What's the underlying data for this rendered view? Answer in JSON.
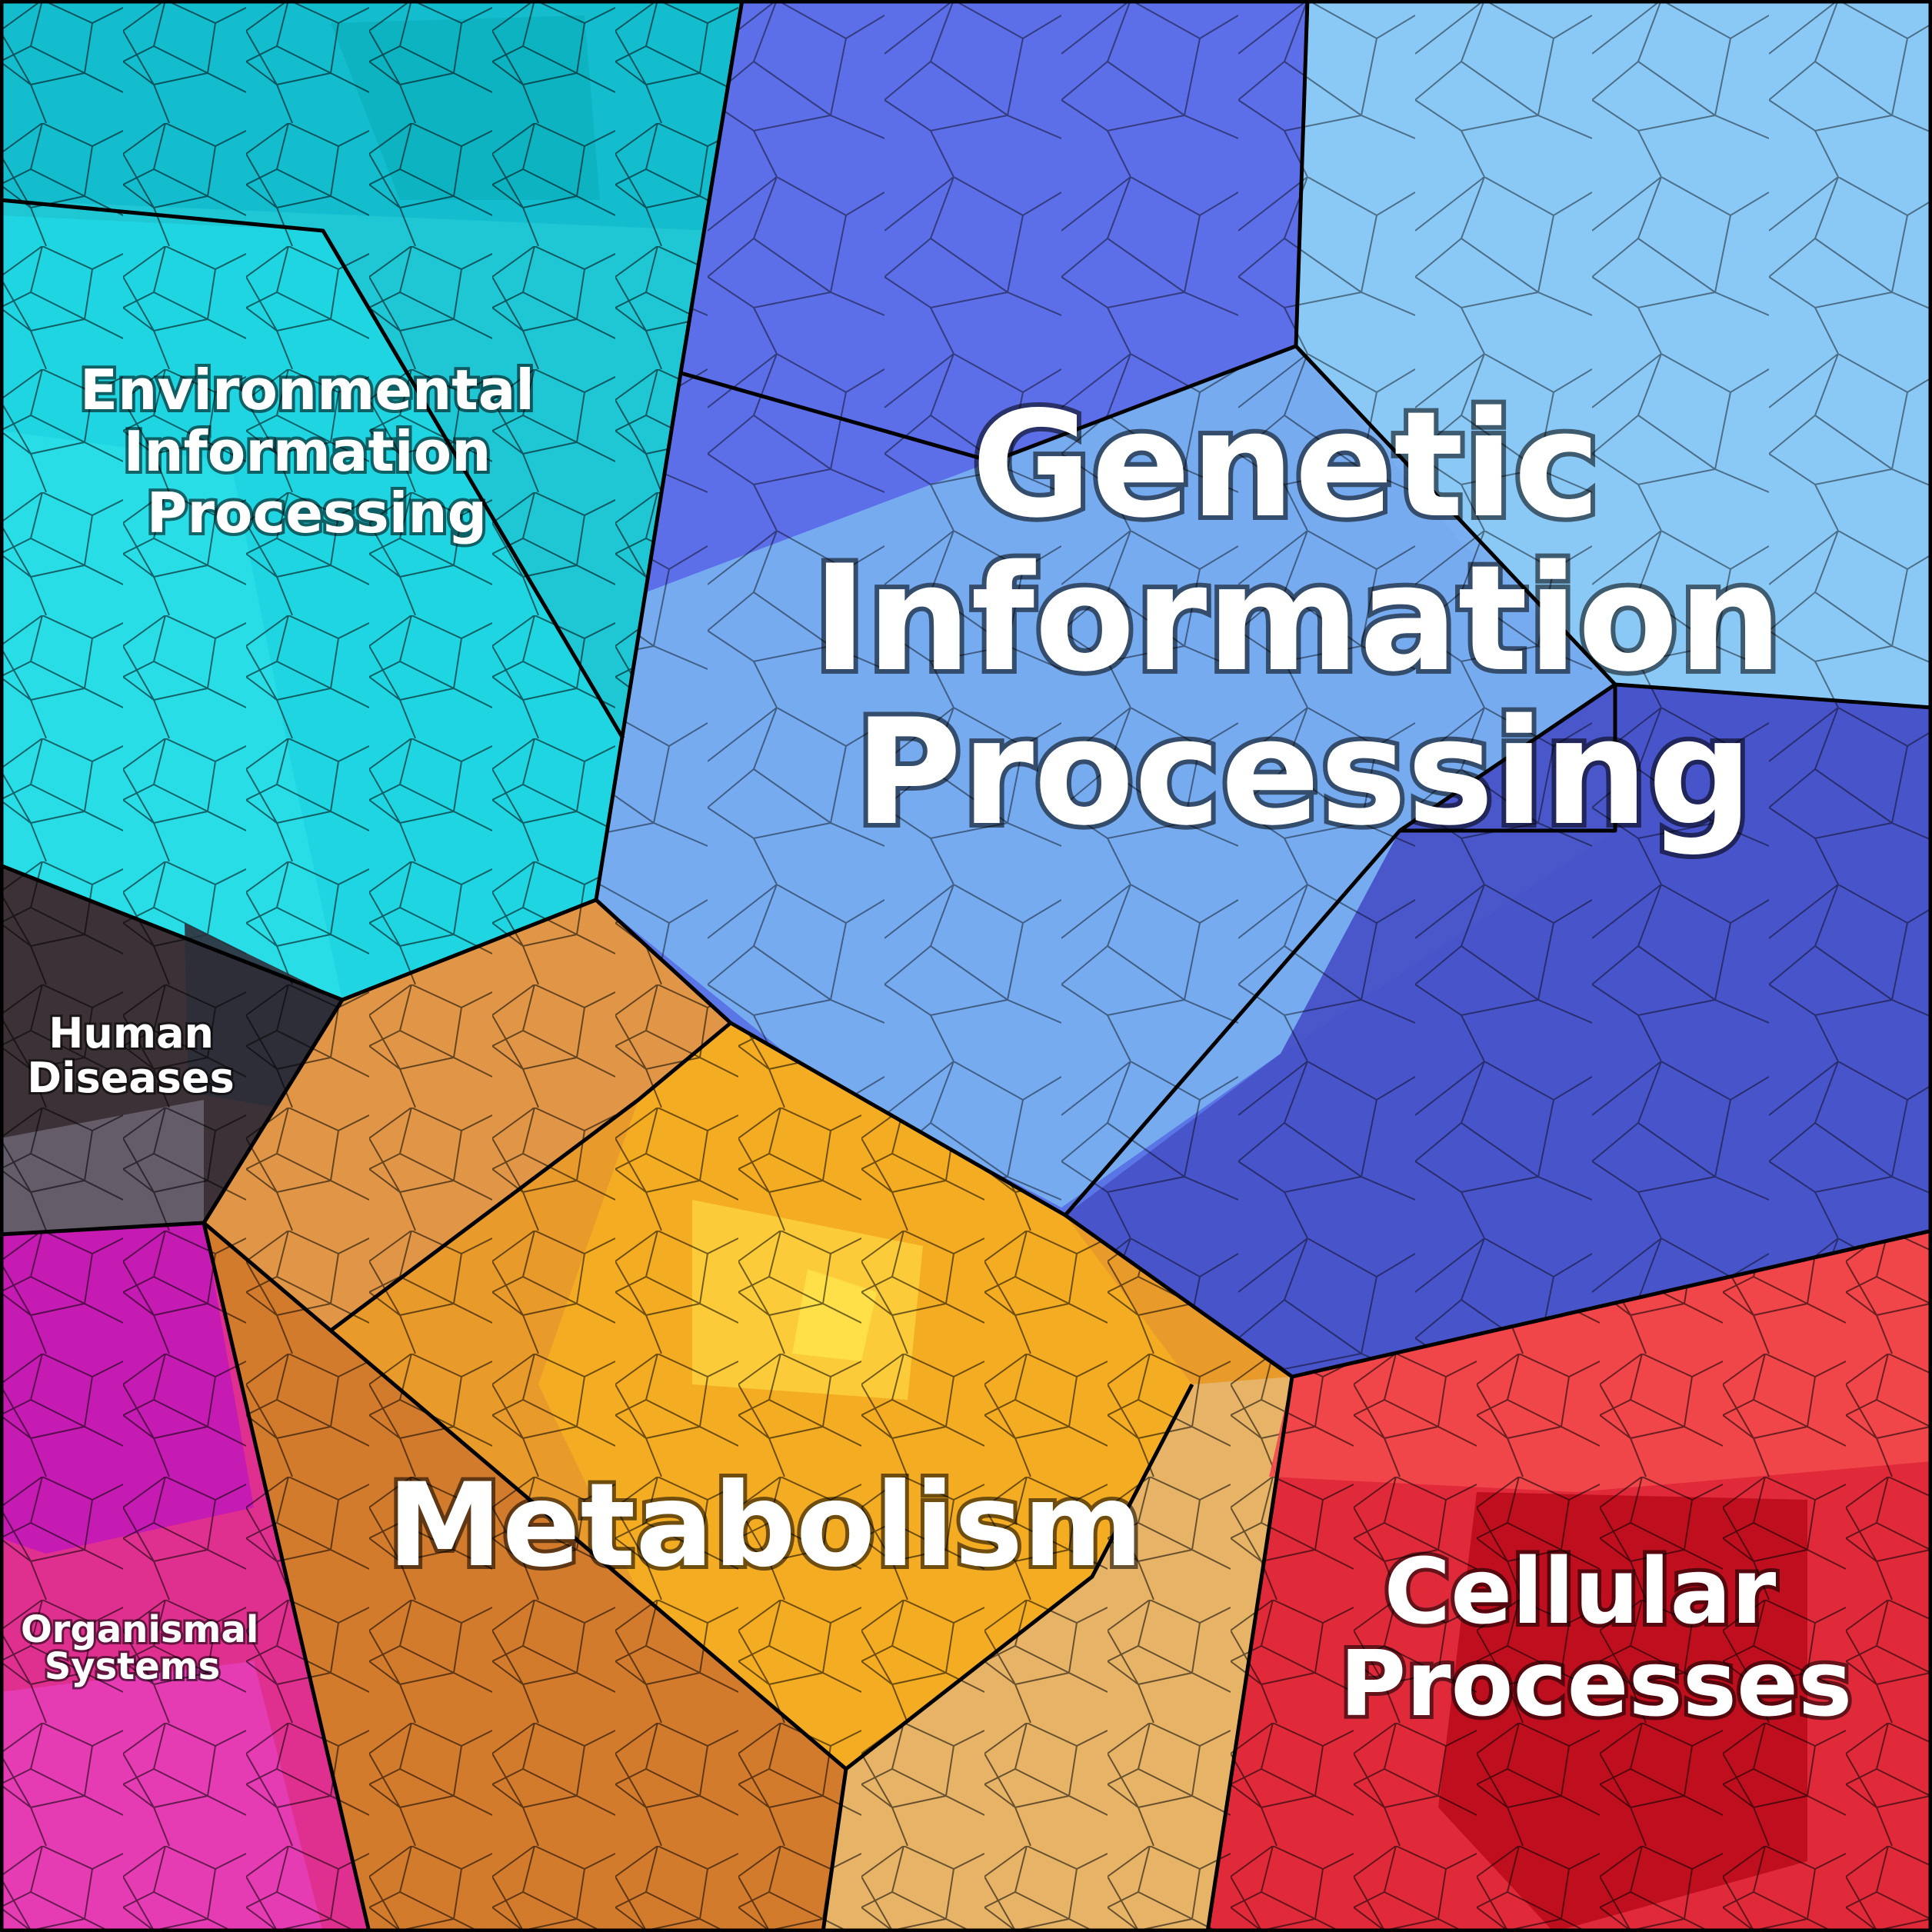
{
  "diagram": {
    "type": "voronoi-treemap",
    "regions": [
      {
        "id": "environmental",
        "label_lines": [
          "Environmental",
          "Information",
          "Processing"
        ],
        "color": "#1fc6d4"
      },
      {
        "id": "genetic",
        "label_lines": [
          "Genetic",
          "Information",
          "Processing"
        ],
        "color": "#5a76e6"
      },
      {
        "id": "human-diseases",
        "label_lines": [
          "Human",
          "Diseases"
        ],
        "color": "#3b3136"
      },
      {
        "id": "metabolism",
        "label_lines": [
          "Metabolism"
        ],
        "color": "#e89a2a"
      },
      {
        "id": "organismal",
        "label_lines": [
          "Organismal",
          "Systems"
        ],
        "color": "#e0308f"
      },
      {
        "id": "cellular",
        "label_lines": [
          "Cellular",
          "Processes"
        ],
        "color": "#e02a3a"
      }
    ]
  }
}
